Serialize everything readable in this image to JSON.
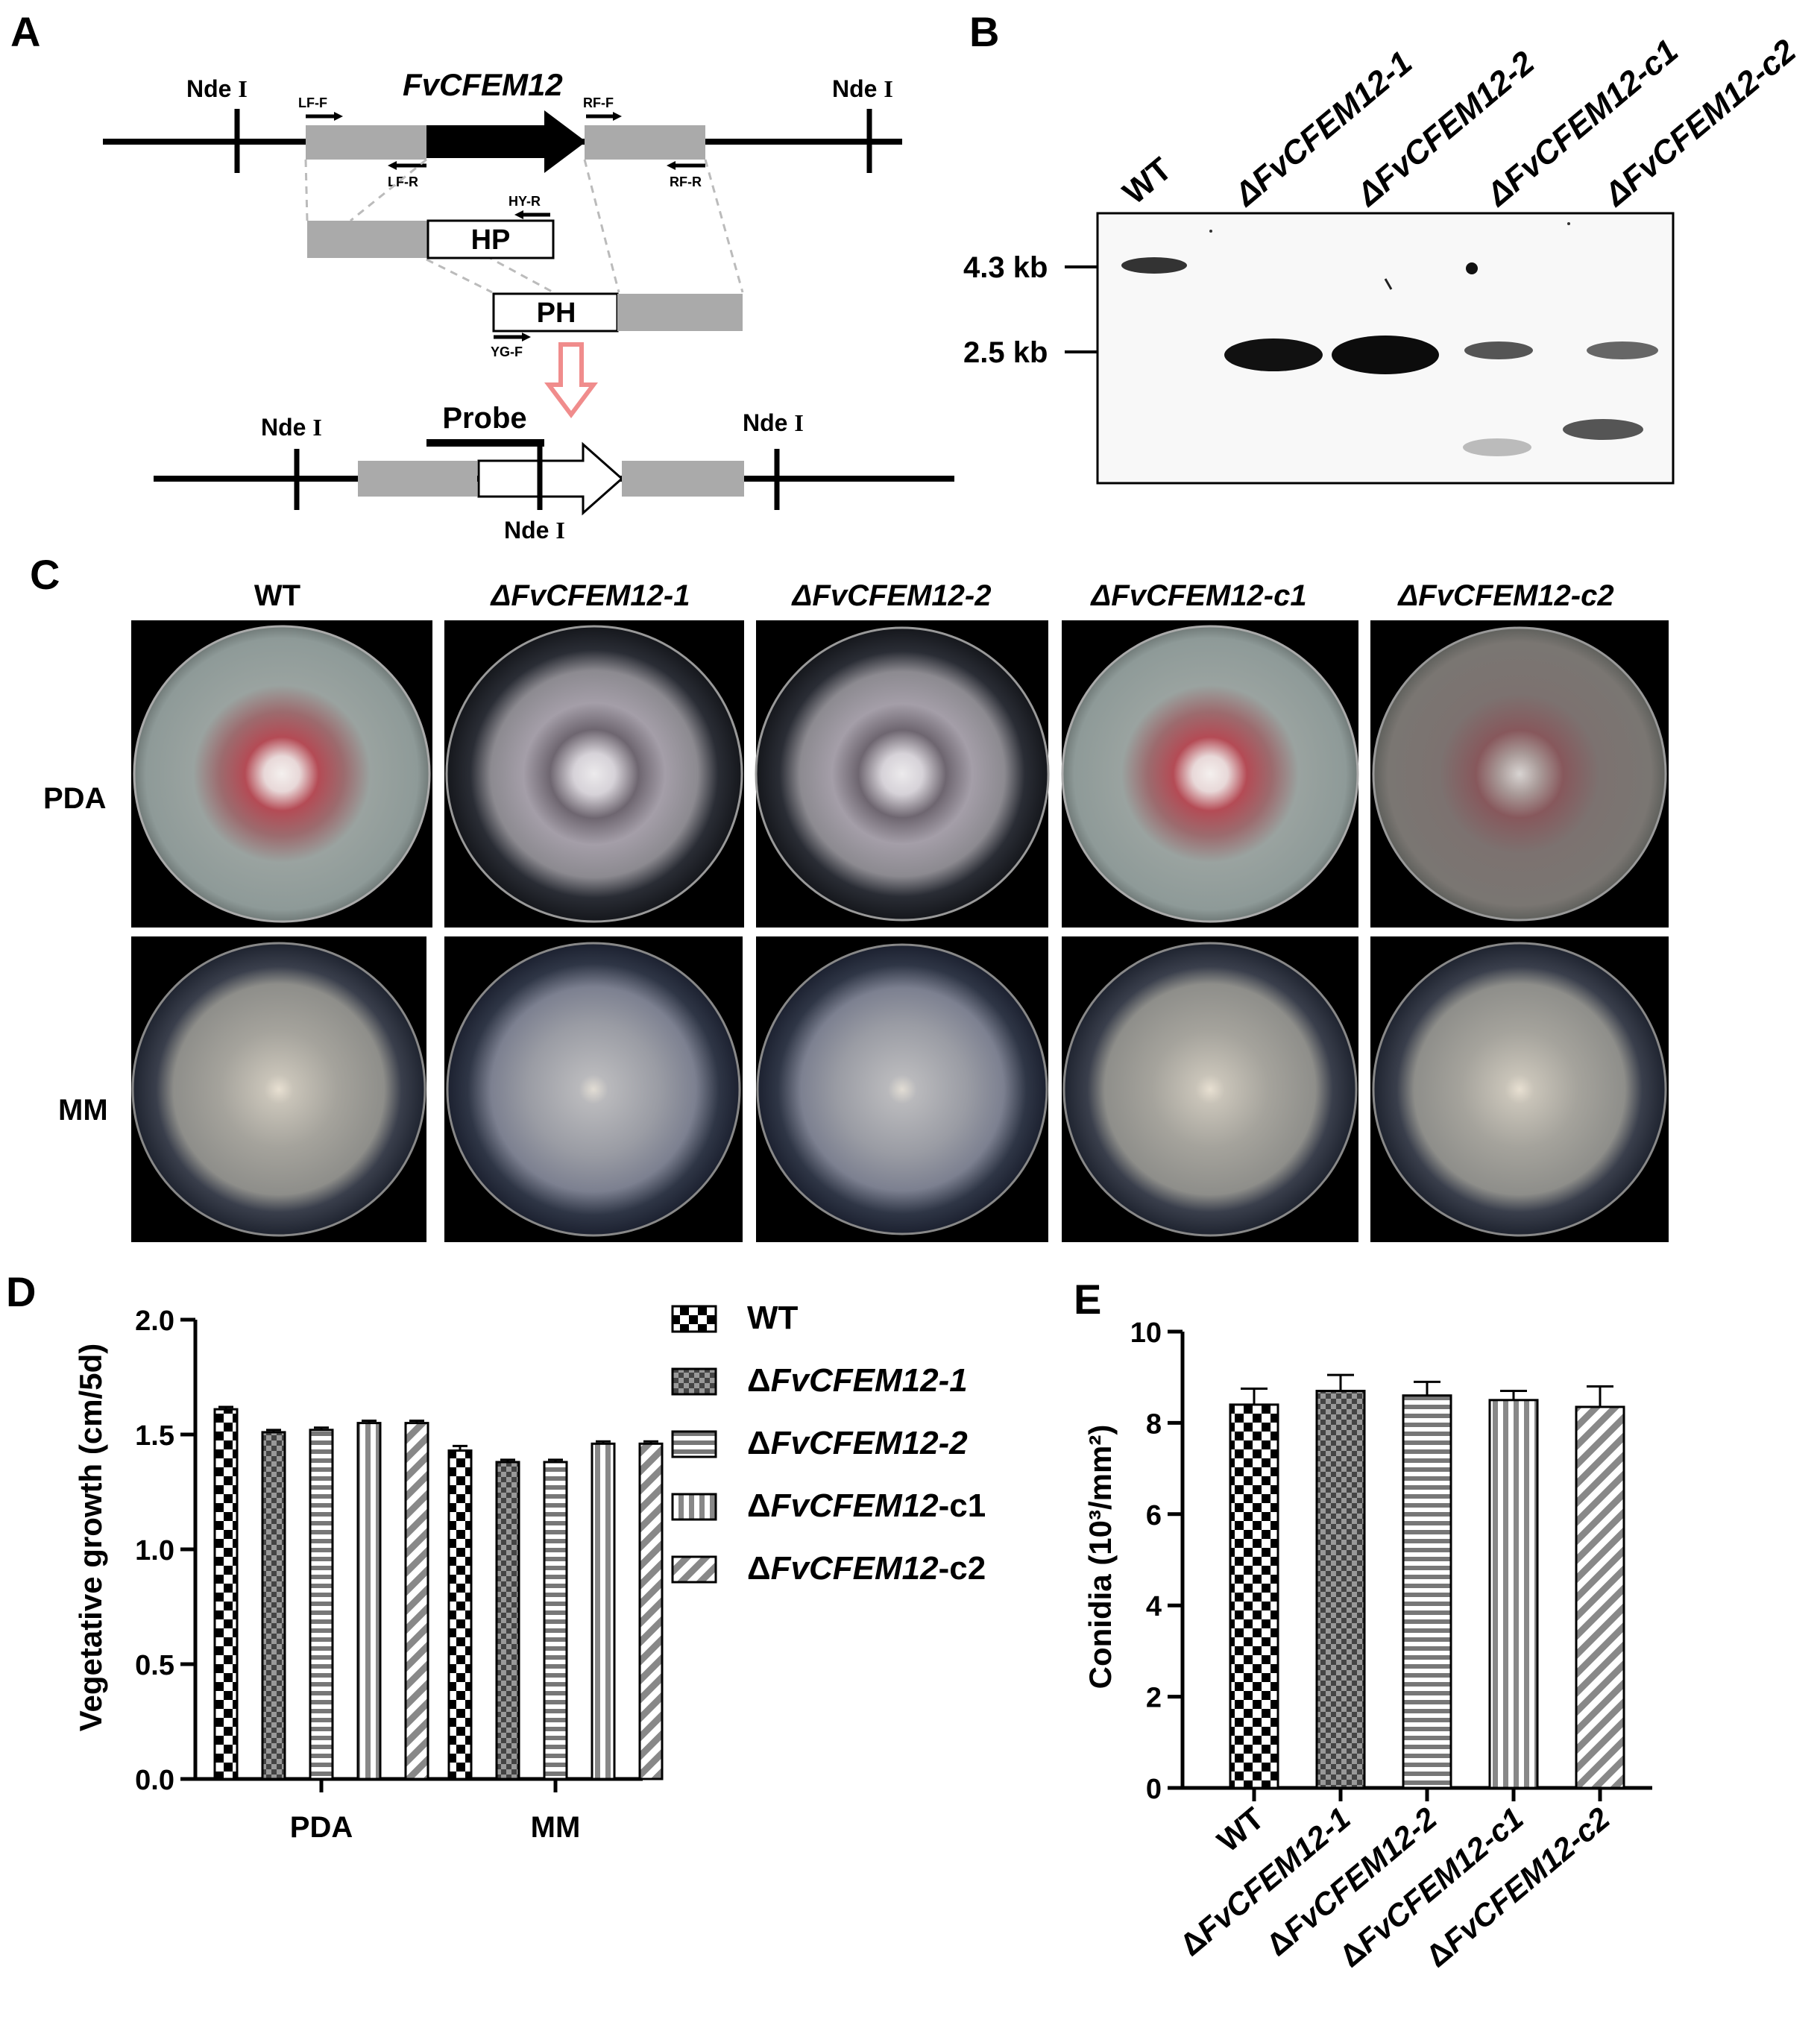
{
  "panel_letters": [
    "A",
    "B",
    "C",
    "D",
    "E"
  ],
  "panelA": {
    "gene": "FvCFEM12",
    "enzyme": "Nde ",
    "enzyme_mark": "I",
    "primers": {
      "lf_f": "LF-F",
      "lf_r": "LF-R",
      "rf_f": "RF-F",
      "rf_r": "RF-R",
      "hy_r": "HY-R",
      "yg_f": "YG-F"
    },
    "hp_label": "HP",
    "ph_label": "PH",
    "probe_label": "Probe",
    "colors": {
      "flank": "#aaaaaa",
      "gene": "#000000",
      "arrow": "#f08c8c"
    }
  },
  "panelB": {
    "lanes": [
      "WT",
      "ΔFvCFEM12-1",
      "ΔFvCFEM12-2",
      "ΔFvCFEM12-c1",
      "ΔFvCFEM12-c2"
    ],
    "markers": [
      "4.3 kb",
      "2.5 kb"
    ]
  },
  "panelC": {
    "columns": [
      "WT",
      "ΔFvCFEM12-1",
      "ΔFvCFEM12-2",
      "ΔFvCFEM12-c1",
      "ΔFvCFEM12-c2"
    ],
    "rows": [
      "PDA",
      "MM"
    ]
  },
  "chart_data": [
    {
      "type": "bar",
      "panel": "D",
      "ylabel": "Vegetative growth (cm/5d)",
      "ylim": [
        0,
        2.0
      ],
      "yticks": [
        "0.0",
        "0.5",
        "1.0",
        "1.5",
        "2.0"
      ],
      "categories": [
        "PDA",
        "MM"
      ],
      "series": [
        {
          "name": "WT",
          "values": [
            1.61,
            1.43
          ],
          "errors": [
            0.01,
            0.02
          ]
        },
        {
          "name": "ΔFvCFEM12-1",
          "values": [
            1.51,
            1.38
          ],
          "errors": [
            0.01,
            0.01
          ]
        },
        {
          "name": "ΔFvCFEM12-2",
          "values": [
            1.52,
            1.38
          ],
          "errors": [
            0.01,
            0.01
          ]
        },
        {
          "name": "ΔFvCFEM12-c1",
          "values": [
            1.55,
            1.46
          ],
          "errors": [
            0.01,
            0.01
          ]
        },
        {
          "name": "ΔFvCFEM12-c2",
          "values": [
            1.55,
            1.46
          ],
          "errors": [
            0.01,
            0.01
          ]
        }
      ],
      "legend_placement": "right"
    },
    {
      "type": "bar",
      "panel": "E",
      "ylabel": "Conidia (10³/mm²)",
      "ylim": [
        0,
        10
      ],
      "yticks": [
        "0",
        "2",
        "4",
        "6",
        "8",
        "10"
      ],
      "categories": [
        "WT",
        "ΔFvCFEM12-1",
        "ΔFvCFEM12-2",
        "ΔFvCFEM12-c1",
        "ΔFvCFEM12-c2"
      ],
      "values": [
        8.4,
        8.7,
        8.6,
        8.5,
        8.35
      ],
      "errors": [
        0.35,
        0.35,
        0.3,
        0.2,
        0.45
      ]
    }
  ]
}
